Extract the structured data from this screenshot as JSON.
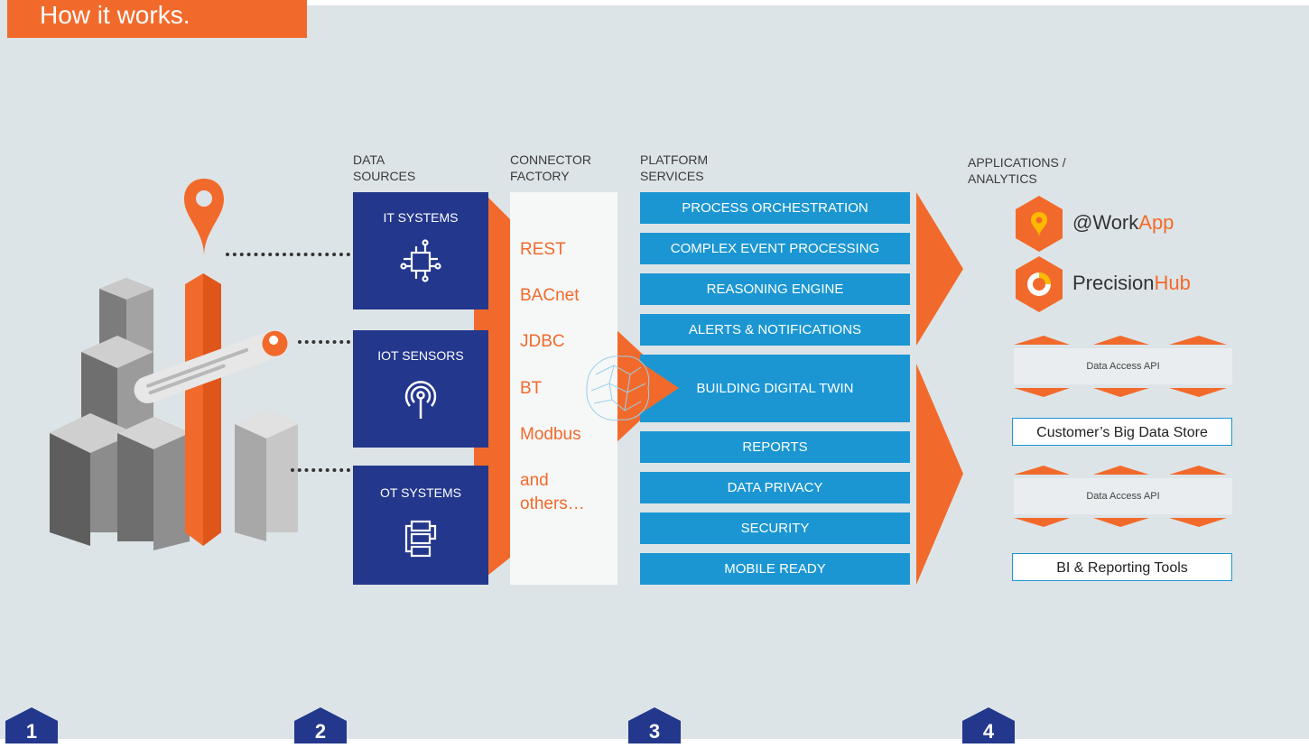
{
  "title": "How it works.",
  "headers": {
    "data_sources": [
      "DATA",
      "SOURCES"
    ],
    "connector_factory": [
      "CONNECTOR",
      "FACTORY"
    ],
    "platform_services": [
      "PLATFORM",
      "SERVICES"
    ],
    "applications": [
      "APPLICATIONS /",
      "ANALYTICS"
    ]
  },
  "data_sources": [
    {
      "label": "IT SYSTEMS",
      "icon": "circuit-icon"
    },
    {
      "label": "IOT SENSORS",
      "icon": "signal-antenna-icon"
    },
    {
      "label": "OT SYSTEMS",
      "icon": "process-icon"
    }
  ],
  "connectors": [
    "REST",
    "BACnet",
    "JDBC",
    "BT",
    "Modbus",
    "and",
    "others…"
  ],
  "platform_services": {
    "top": [
      "PROCESS ORCHESTRATION",
      "COMPLEX EVENT PROCESSING",
      "REASONING ENGINE",
      "ALERTS & NOTIFICATIONS"
    ],
    "twin": "BUILDING DIGITAL TWIN",
    "bottom": [
      "REPORTS",
      "DATA PRIVACY",
      "SECURITY",
      "MOBILE READY"
    ]
  },
  "apps": [
    {
      "prefix": "@Work",
      "accent": "App"
    },
    {
      "prefix": "Precision",
      "accent": "Hub"
    }
  ],
  "api_label_1": "Data Access API",
  "store": "Customer’s Big Data Store",
  "api_label_2": "Data Access API",
  "bi": "BI & Reporting Tools",
  "steps": [
    "1",
    "2",
    "3",
    "4"
  ],
  "colors": {
    "orange": "#f26a2b",
    "navy": "#23378c",
    "blue": "#1b96d2",
    "background": "#dde4e7"
  }
}
